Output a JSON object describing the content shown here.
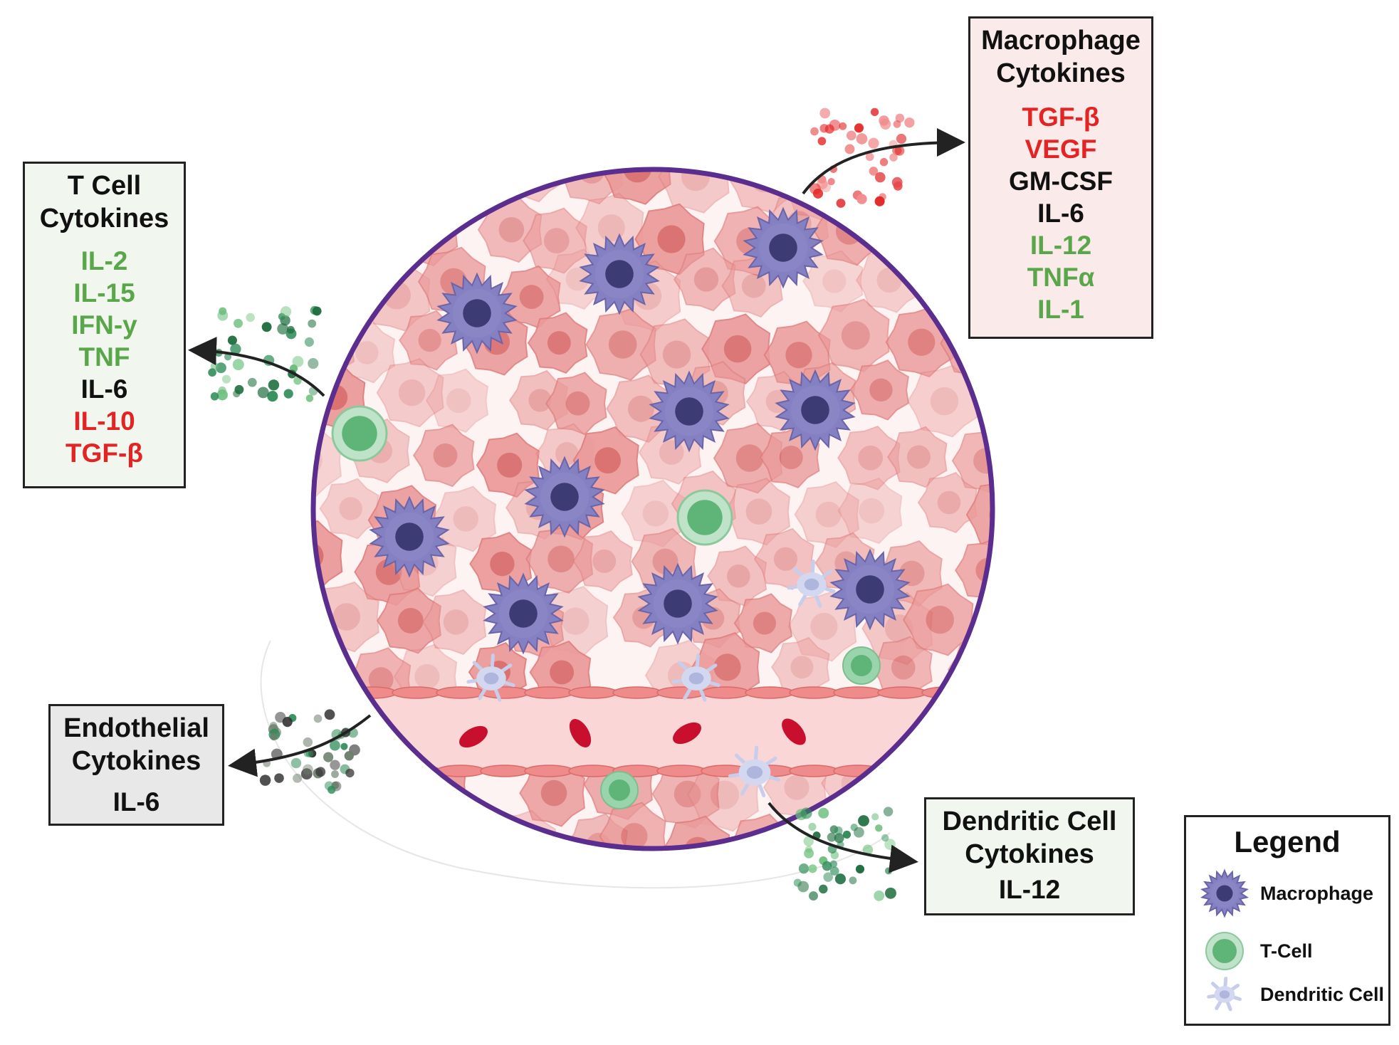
{
  "colors": {
    "positive": "#5aa64a",
    "negative": "#e32424",
    "neutral": "#111111",
    "macrophage": "#7470b0",
    "tcell": "#6cc08a",
    "dendritic": "#bcc4e6",
    "tumor_cell": "#e88a8a",
    "circle_border": "#5b2d8e"
  },
  "tcell_box": {
    "title_line1": "T Cell",
    "title_line2": "Cytokines",
    "items": [
      {
        "label": "IL-2",
        "color": "#5aa64a"
      },
      {
        "label": "IL-15",
        "color": "#5aa64a"
      },
      {
        "label": "IFN-y",
        "color": "#5aa64a"
      },
      {
        "label": "TNF",
        "color": "#5aa64a"
      },
      {
        "label": "IL-6",
        "color": "#111111"
      },
      {
        "label": "IL-10",
        "color": "#e32424"
      },
      {
        "label": "TGF-β",
        "color": "#e32424"
      }
    ]
  },
  "macrophage_box": {
    "title_line1": "Macrophage",
    "title_line2": "Cytokines",
    "items": [
      {
        "label": "TGF-β",
        "color": "#e32424"
      },
      {
        "label": "VEGF",
        "color": "#e32424"
      },
      {
        "label": "GM-CSF",
        "color": "#111111"
      },
      {
        "label": "IL-6",
        "color": "#111111"
      },
      {
        "label": "IL-12",
        "color": "#5aa64a"
      },
      {
        "label": "TNFα",
        "color": "#5aa64a"
      },
      {
        "label": "IL-1",
        "color": "#5aa64a"
      }
    ]
  },
  "endothelial_box": {
    "title_line1": "Endothelial",
    "title_line2": "Cytokines",
    "items": [
      {
        "label": "IL-6",
        "color": "#111111"
      }
    ]
  },
  "dendritic_box": {
    "title_line1": "Dendritic Cell",
    "title_line2": "Cytokines",
    "items": [
      {
        "label": "IL-12",
        "color": "#111111"
      }
    ]
  },
  "legend": {
    "title": "Legend",
    "entries": [
      {
        "label": "Macrophage",
        "icon": "macrophage-icon"
      },
      {
        "label": "T-Cell",
        "icon": "t-cell-icon"
      },
      {
        "label": "Dendritic Cell",
        "icon": "dendritic-cell-icon"
      }
    ]
  }
}
